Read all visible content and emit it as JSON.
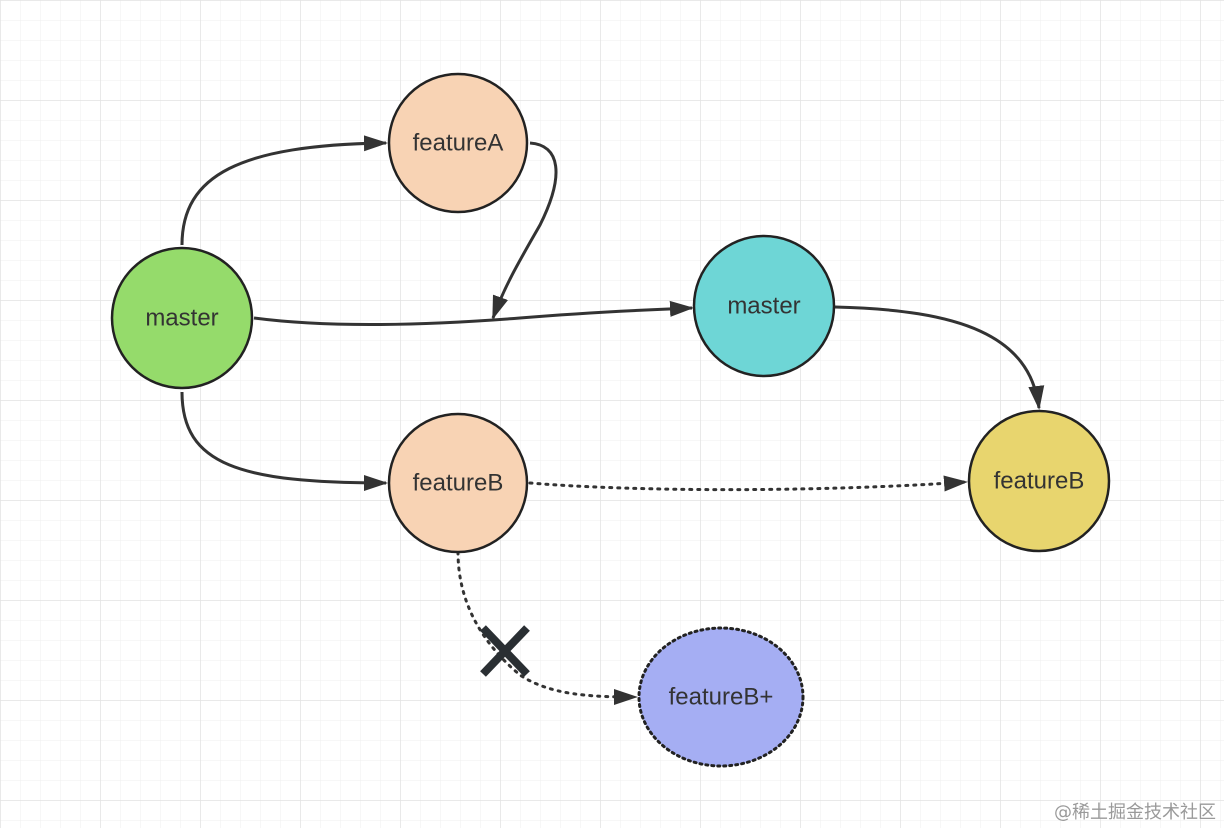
{
  "diagram": {
    "nodes": {
      "master_source": {
        "label": "master",
        "color": "#95DB6B"
      },
      "feature_a": {
        "label": "featureA",
        "color": "#F8D3B4"
      },
      "feature_b_source": {
        "label": "featureB",
        "color": "#F8D3B4"
      },
      "master_target": {
        "label": "master",
        "color": "#6ED6D6"
      },
      "feature_b_target": {
        "label": "featureB",
        "color": "#E8D56E"
      },
      "feature_b_plus": {
        "label": "featureB+",
        "color": "#A5AEF3"
      }
    },
    "edges": [
      {
        "from": "master_source",
        "to": "feature_a",
        "style": "solid"
      },
      {
        "from": "feature_a",
        "to": "master_merge_line",
        "style": "solid"
      },
      {
        "from": "master_source",
        "to": "master_target",
        "style": "solid"
      },
      {
        "from": "master_target",
        "to": "feature_b_target",
        "style": "solid"
      },
      {
        "from": "master_source",
        "to": "feature_b_source",
        "style": "solid"
      },
      {
        "from": "feature_b_source",
        "to": "feature_b_target",
        "style": "dotted"
      },
      {
        "from": "feature_b_source",
        "to": "feature_b_plus",
        "style": "dotted",
        "blocked": true
      }
    ],
    "blocked_marker_icon": "cross-icon",
    "line_color": "#333333",
    "grid_color": "#E6E6E6"
  },
  "watermark": {
    "text": "@稀土掘金技术社区"
  }
}
